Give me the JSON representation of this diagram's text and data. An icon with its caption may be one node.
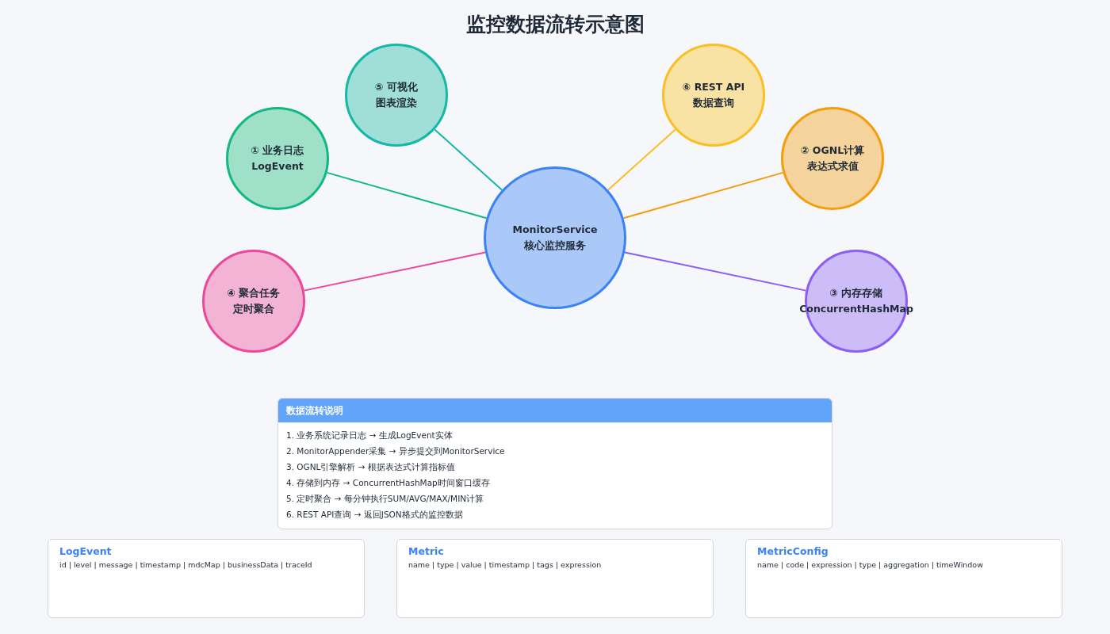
{
  "diagram": {
    "title": "监控数据流转示意图",
    "nodes": [
      {
        "text": [
          "⑤ 可视化",
          "图表渲染"
        ]
      },
      {
        "text": [
          "⑥ REST API",
          "数据查询"
        ]
      },
      {
        "text": [
          "① 业务日志",
          "LogEvent"
        ]
      },
      {
        "text": [
          "② OGNL计算",
          "表达式求值"
        ]
      },
      {
        "text": [
          "MonitorService",
          "核心监控服务"
        ]
      },
      {
        "text": [
          "④ 聚合任务",
          "定时聚合"
        ]
      },
      {
        "text": [
          "③ 内存存储",
          "ConcurrentHashMap"
        ]
      },
      {
        "text": [
          "数据流转说明",
          "1. 业务系统记录日志 → 生成LogEvent实体",
          "2. MonitorAppender采集 → 异步提交到MonitorService",
          "3. OGNL引擎解析 → 根据表达式计算指标值",
          "4. 存储到内存 → ConcurrentHashMap时间窗口缓存",
          "5. 定时聚合 → 每分钟执行SUM/AVG/MAX/MIN计算",
          "6. REST API查询 → 返回JSON格式的监控数据"
        ]
      },
      {
        "text": [
          "LogEvent",
          "id | level | message | timestamp | mdcMap | businessData | traceId"
        ]
      },
      {
        "text": [
          "Metric",
          "name | type | value | timestamp | tags | expression"
        ]
      },
      {
        "text": [
          "MetricConfig",
          "name | code | expression | type | aggregation | timeWindow"
        ]
      }
    ],
    "edges": [
      {
        "from": 4,
        "to": 2,
        "arrow": "none",
        "color": "#10b981"
      },
      {
        "from": 4,
        "to": 3,
        "arrow": "none",
        "color": "#f59e0b"
      },
      {
        "from": 4,
        "to": 6,
        "arrow": "none",
        "color": "#8b5cf6"
      },
      {
        "from": 4,
        "to": 5,
        "arrow": "none",
        "color": "#ec4899"
      },
      {
        "from": 4,
        "to": 0,
        "arrow": "none",
        "color": "#14b8a6"
      },
      {
        "from": 4,
        "to": 1,
        "arrow": "none",
        "color": "#fbbf24"
      }
    ]
  }
}
